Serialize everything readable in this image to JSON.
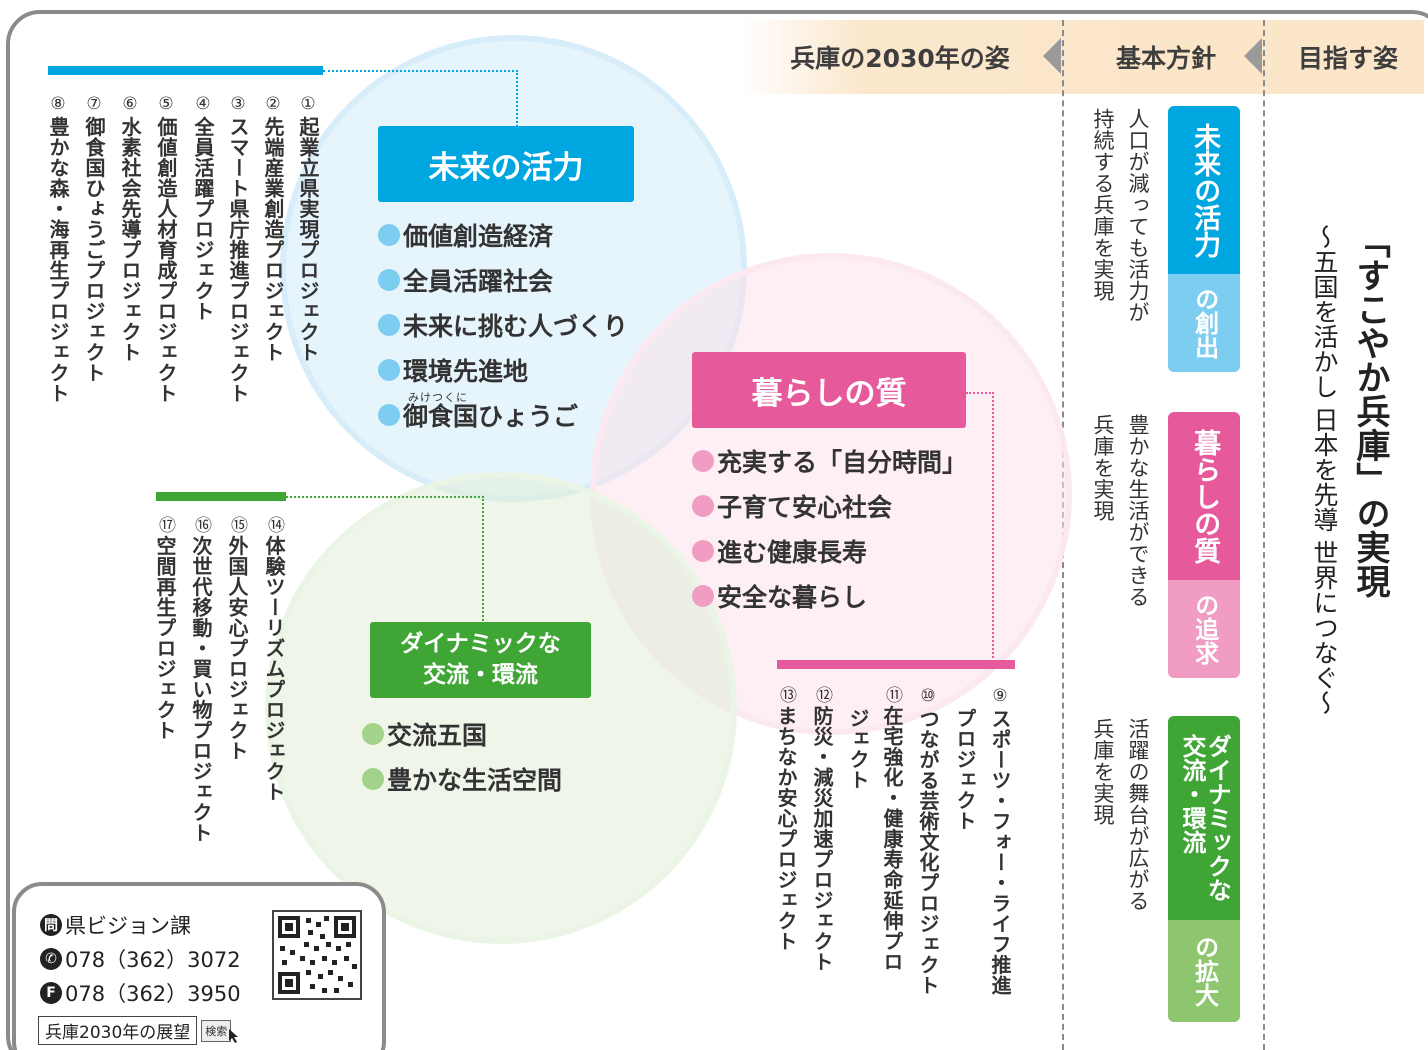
{
  "header": {
    "col1": "兵庫の2030年の姿",
    "col2": "基本方針",
    "col3": "目指す姿"
  },
  "colors": {
    "blue": "#00a6e0",
    "pink": "#e65a9c",
    "green": "#3fa535",
    "light_blue": "#7dcdf1",
    "light_pink": "#f19cc2",
    "light_green": "#8dc66f"
  },
  "goal": {
    "title": "「すこやか兵庫」の実現",
    "subtitle": "～五国を活かし 日本を先導 世界につなぐ～"
  },
  "policies": [
    {
      "top": "未来の活力",
      "bottom": "の創出",
      "desc_a": "人口が減っても活力が",
      "desc_b": "持続する兵庫を実現"
    },
    {
      "top": "暮らしの質",
      "bottom": "の追求",
      "desc_a": "豊かな生活ができる",
      "desc_b": "兵庫を実現"
    },
    {
      "top": "ダイナミックな\n交流・環流",
      "bottom": "の拡大",
      "desc_a": "活躍の舞台が広がる",
      "desc_b": "兵庫を実現"
    }
  ],
  "categories": {
    "vitality": {
      "label": "未来の活力",
      "bullets": [
        "価値創造経済",
        "全員活躍社会",
        "未来に挑む人づくり",
        "環境先進地",
        "御食国ひょうご"
      ],
      "ruby": "みけつくに"
    },
    "quality": {
      "label": "暮らしの質",
      "bullets": [
        "充実する「自分時間」",
        "子育て安心社会",
        "進む健康長寿",
        "安全な暮らし"
      ]
    },
    "exchange": {
      "label_line1": "ダイナミックな",
      "label_line2": "交流・環流",
      "bullets": [
        "交流五国",
        "豊かな生活空間"
      ]
    }
  },
  "projects": {
    "vitality": [
      {
        "num": "①",
        "name": "起業立県実現プロジェクト"
      },
      {
        "num": "②",
        "name": "先端産業創造プロジェクト"
      },
      {
        "num": "③",
        "name": "スマート県庁推進プロジェクト"
      },
      {
        "num": "④",
        "name": "全員活躍プロジェクト"
      },
      {
        "num": "⑤",
        "name": "価値創造人材育成プロジェクト"
      },
      {
        "num": "⑥",
        "name": "水素社会先導プロジェクト"
      },
      {
        "num": "⑦",
        "name": "御食国ひょうごプロジェクト"
      },
      {
        "num": "⑧",
        "name": "豊かな森・海再生プロジェクト"
      }
    ],
    "exchange": [
      {
        "num": "⑭",
        "name": "体験ツーリズムプロジェクト"
      },
      {
        "num": "⑮",
        "name": "外国人安心プロジェクト"
      },
      {
        "num": "⑯",
        "name": "次世代移動・買い物プロジェクト"
      },
      {
        "num": "⑰",
        "name": "空間再生プロジェクト"
      }
    ],
    "quality": [
      {
        "num": "⑨",
        "line1": "スポーツ・フォー・ライフ推進",
        "line2": "プロジェクト"
      },
      {
        "num": "⑩",
        "line1": "つながる芸術文化プロジェクト",
        "line2": ""
      },
      {
        "num": "⑪",
        "line1": "在宅強化・健康寿命延伸プロ",
        "line2": "ジェクト"
      },
      {
        "num": "⑫",
        "line1": "防災・減災加速プロジェクト",
        "line2": ""
      },
      {
        "num": "⑬",
        "line1": "まちなか安心プロジェクト",
        "line2": ""
      }
    ]
  },
  "contact": {
    "inquiry_mark": "問",
    "dept": "県ビジョン課",
    "tel_mark": "✆",
    "tel": "078（362）3072",
    "fax_mark": "F",
    "fax": "078（362）3950",
    "search_text": "兵庫2030年の展望",
    "search_button": "検索"
  }
}
